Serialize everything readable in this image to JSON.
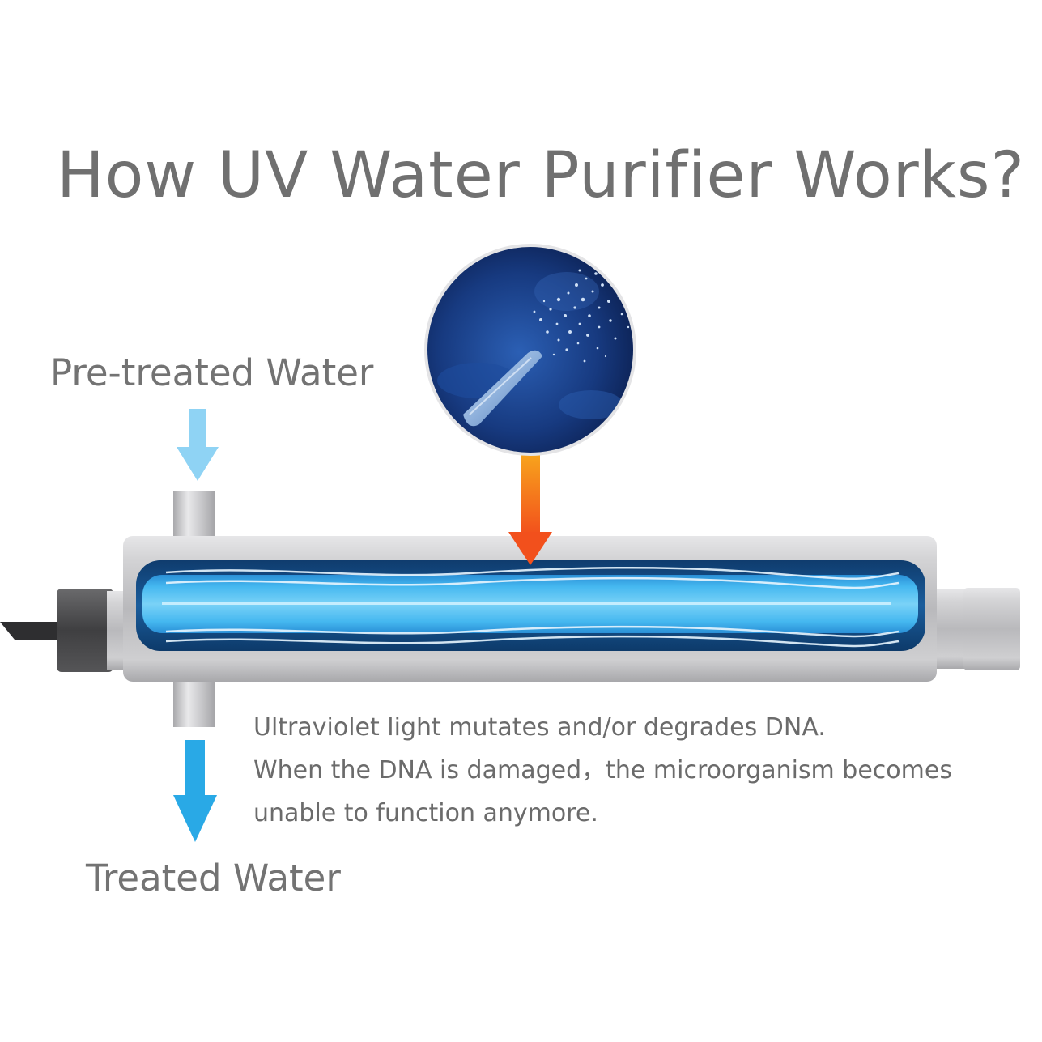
{
  "title": "How UV Water Purifier Works?",
  "labels": {
    "inlet": "Pre-treated Water",
    "outlet": "Treated  Water"
  },
  "description": [
    "Ultraviolet light mutates and/or degrades DNA.",
    "When the DNA is damaged，the microorganism becomes",
    "unable to function anymore."
  ],
  "colors": {
    "text": "#707070",
    "inlet_arrow": "#8fd3f4",
    "outlet_arrow": "#29a9e6",
    "uv_arrow_top": "#f8a51c",
    "uv_arrow_bottom": "#f2501c",
    "uv_lamp": "#3fb2ee",
    "housing": "#c9c9cb"
  },
  "icons": {
    "inlet_arrow": "arrow-down-icon",
    "outlet_arrow": "arrow-down-icon",
    "uv_arrow": "arrow-down-icon",
    "microorganism": "bacteria-closeup-illustration"
  }
}
